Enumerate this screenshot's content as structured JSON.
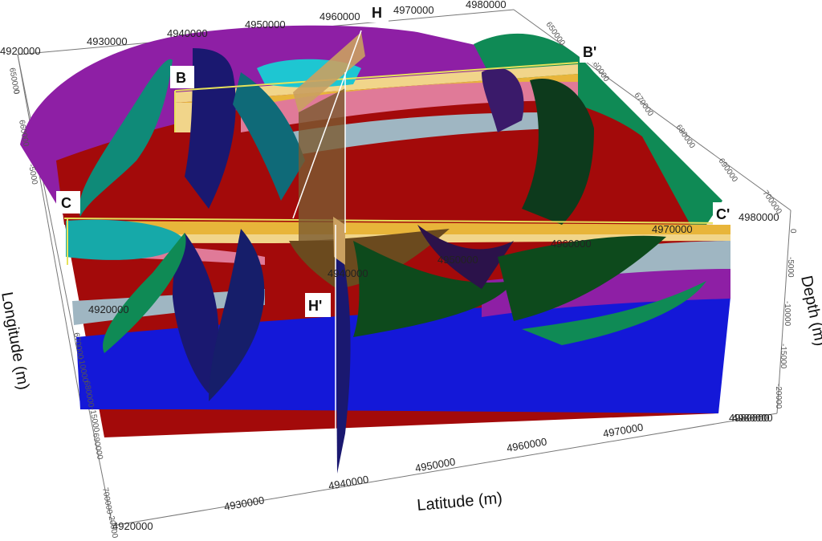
{
  "axes": {
    "latitude_title": "Latitude (m)",
    "longitude_title": "Longitude (m)",
    "depth_title": "Depth (m)",
    "top_lat_ticks": [
      "4920000",
      "4930000",
      "4940000",
      "4950000",
      "4960000",
      "4970000",
      "4980000"
    ],
    "bottom_lat_ticks": [
      "4920000",
      "4930000",
      "4940000",
      "4950000",
      "4960000",
      "4970000",
      "4980000"
    ],
    "front_section_ticks": [
      "4920000",
      "4940000",
      "4950000",
      "4960000",
      "4970000"
    ],
    "right_front_label": "4980000",
    "right_bottom_label": "4980000",
    "right_long_ticks": [
      "650000",
      "660000",
      "670000",
      "680000",
      "690000",
      "700000"
    ],
    "depth_ticks": [
      "0",
      "-5000",
      "-10000",
      "-15000",
      "-20000"
    ],
    "left_long_ticks": [
      "650000",
      "660000",
      "670000",
      "680000",
      "690000",
      "700000"
    ],
    "left_depth_ticks": [
      "0",
      "-5000",
      "-10000",
      "-15000",
      "-20000"
    ]
  },
  "sections": {
    "b": "B",
    "b_prime": "B'",
    "c": "C",
    "c_prime": "C'",
    "h": "H",
    "h_prime": "H'"
  },
  "colors": {
    "purple": "#8e1fa5",
    "dark_red": "#a30a0a",
    "deep_blue": "#1418d8",
    "teal": "#0f8a78",
    "dark_green": "#0d4a1c",
    "cyan": "#1ec6d2",
    "pink": "#e07a98",
    "gold": "#e8b53a",
    "gray_blue": "#9fb6c2",
    "navy": "#1a1870"
  }
}
